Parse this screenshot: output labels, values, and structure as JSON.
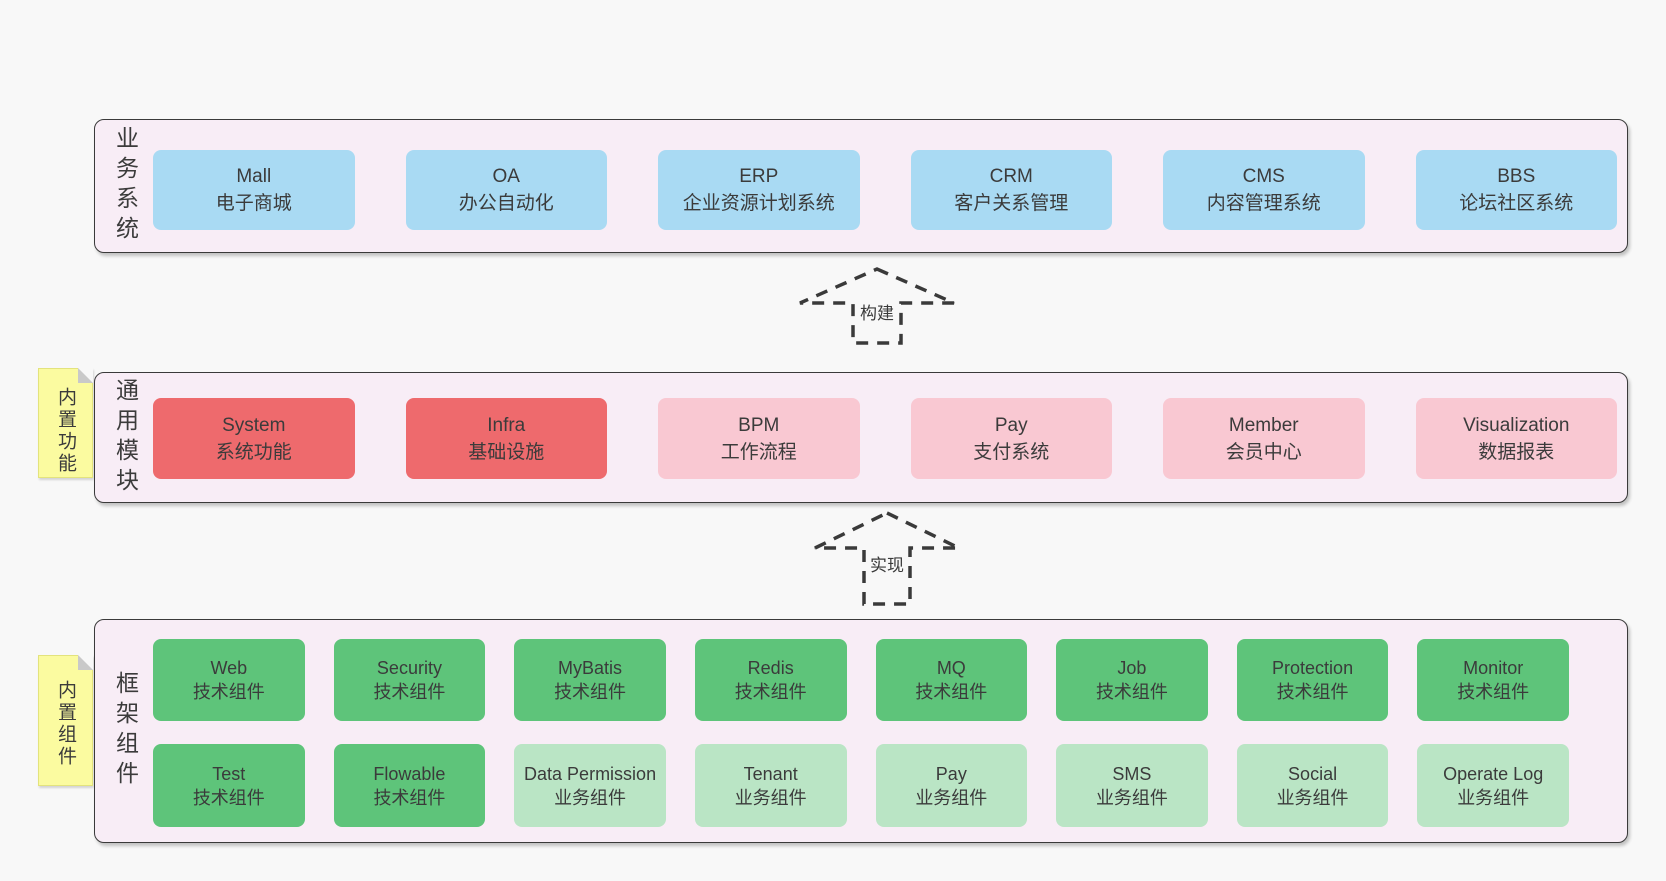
{
  "colors": {
    "page_bg": "#f8f8f8",
    "panel_bg": "#f8edf6",
    "panel_border": "#3a3a3a",
    "blue": "#a9daf3",
    "red": "#ee6a6d",
    "pink": "#f9c8d2",
    "green": "#5ec47a",
    "light_green": "#bae5c5",
    "note_yellow": "#fbfba0",
    "text": "#3b3b3b"
  },
  "arrows": [
    {
      "label": "构建"
    },
    {
      "label": "实现"
    }
  ],
  "bands": [
    {
      "label": "业务系统",
      "boxes": [
        {
          "title": "Mall",
          "subtitle": "电子商城"
        },
        {
          "title": "OA",
          "subtitle": "办公自动化"
        },
        {
          "title": "ERP",
          "subtitle": "企业资源计划系统"
        },
        {
          "title": "CRM",
          "subtitle": "客户关系管理"
        },
        {
          "title": "CMS",
          "subtitle": "内容管理系统"
        },
        {
          "title": "BBS",
          "subtitle": "论坛社区系统"
        }
      ]
    },
    {
      "label": "通用模块",
      "note": "内置功能",
      "boxes": [
        {
          "title": "System",
          "subtitle": "系统功能"
        },
        {
          "title": "Infra",
          "subtitle": "基础设施"
        },
        {
          "title": "BPM",
          "subtitle": "工作流程"
        },
        {
          "title": "Pay",
          "subtitle": "支付系统"
        },
        {
          "title": "Member",
          "subtitle": "会员中心"
        },
        {
          "title": "Visualization",
          "subtitle": "数据报表"
        }
      ]
    },
    {
      "label": "框架组件",
      "note": "内置组件",
      "rows": [
        [
          {
            "title": "Web",
            "subtitle": "技术组件"
          },
          {
            "title": "Security",
            "subtitle": "技术组件"
          },
          {
            "title": "MyBatis",
            "subtitle": "技术组件"
          },
          {
            "title": "Redis",
            "subtitle": "技术组件"
          },
          {
            "title": "MQ",
            "subtitle": "技术组件"
          },
          {
            "title": "Job",
            "subtitle": "技术组件"
          },
          {
            "title": "Protection",
            "subtitle": "技术组件"
          },
          {
            "title": "Monitor",
            "subtitle": "技术组件"
          }
        ],
        [
          {
            "title": "Test",
            "subtitle": "技术组件"
          },
          {
            "title": "Flowable",
            "subtitle": "技术组件"
          },
          {
            "title": "Data Permission",
            "subtitle": "业务组件"
          },
          {
            "title": "Tenant",
            "subtitle": "业务组件"
          },
          {
            "title": "Pay",
            "subtitle": "业务组件"
          },
          {
            "title": "SMS",
            "subtitle": "业务组件"
          },
          {
            "title": "Social",
            "subtitle": "业务组件"
          },
          {
            "title": "Operate Log",
            "subtitle": "业务组件"
          }
        ]
      ]
    }
  ]
}
